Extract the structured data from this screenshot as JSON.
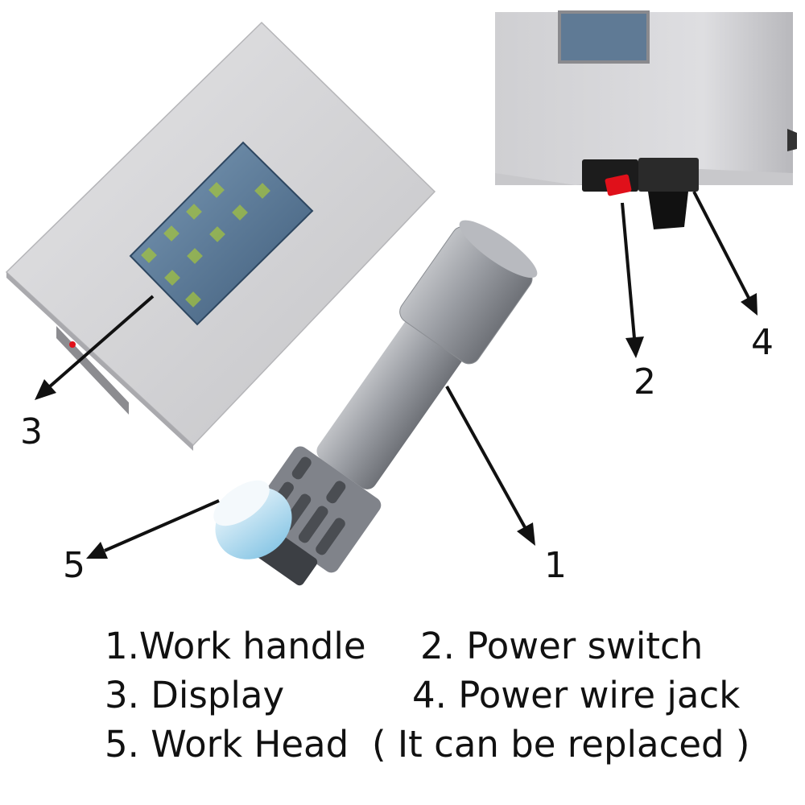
{
  "callouts": {
    "c1": "1",
    "c2": "2",
    "c3": "3",
    "c4": "4",
    "c5": "5"
  },
  "legend": {
    "item1": "1.Work handle",
    "item2": "2. Power switch",
    "item3": "3. Display",
    "item4": "4. Power wire jack",
    "item5": "5. Work Head",
    "item5_note": "( It can be replaced )"
  },
  "colors": {
    "device_body": "#d6d6d8",
    "screen": "#5e7e9c",
    "switch_red": "#e0101a",
    "work_head": "#a9d8ee",
    "text": "#111111"
  }
}
